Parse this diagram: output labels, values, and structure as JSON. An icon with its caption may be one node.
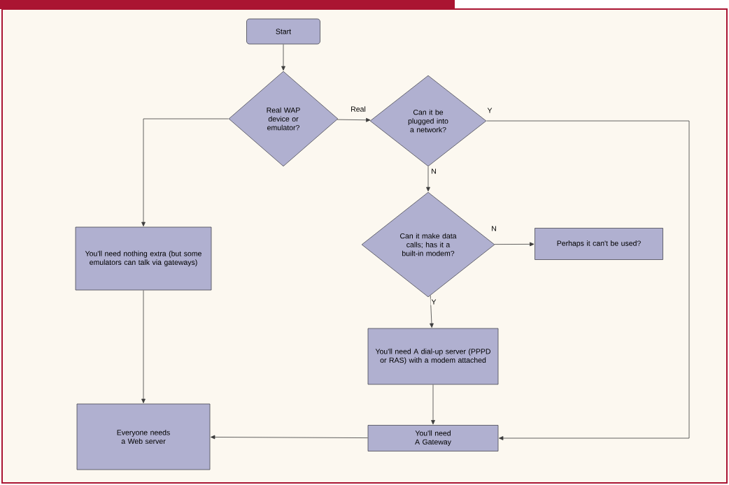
{
  "diagram": {
    "nodes": [
      {
        "text": [
          "Start"
        ]
      },
      {
        "text": [
          "Real WAP device or emulator?"
        ]
      },
      {
        "text": [
          "Can it be plugged into a network?"
        ]
      },
      {
        "text": [
          "You'll need nothing extra (but some emulators can talk via gateways)"
        ]
      },
      {
        "text": [
          "Can it make data calls; has it a built-in modem?"
        ]
      },
      {
        "text": [
          "Perhaps it can't be used?"
        ]
      },
      {
        "text": [
          "You'll need A dial-up server (PPPD or RAS) with a modem attached"
        ]
      },
      {
        "text": [
          "Everyone needs a Web server"
        ]
      },
      {
        "text": [
          "You'll need A Gateway"
        ]
      }
    ],
    "edges": [
      {
        "from": 0,
        "to": 1,
        "arrow": "to"
      },
      {
        "from": 1,
        "to": 2,
        "arrow": "to",
        "label": "Real"
      },
      {
        "from": 1,
        "to": 3,
        "arrow": "to"
      },
      {
        "from": 2,
        "to": 4,
        "arrow": "to",
        "label": "N"
      },
      {
        "from": 2,
        "to": 8,
        "arrow": "to",
        "label": "Y"
      },
      {
        "from": 4,
        "to": 5,
        "arrow": "to",
        "label": "N"
      },
      {
        "from": 4,
        "to": 6,
        "arrow": "to",
        "label": "Y"
      },
      {
        "from": 6,
        "to": 8,
        "arrow": "to"
      },
      {
        "from": 8,
        "to": 7,
        "arrow": "to"
      },
      {
        "from": 3,
        "to": 7,
        "arrow": "to"
      }
    ]
  }
}
